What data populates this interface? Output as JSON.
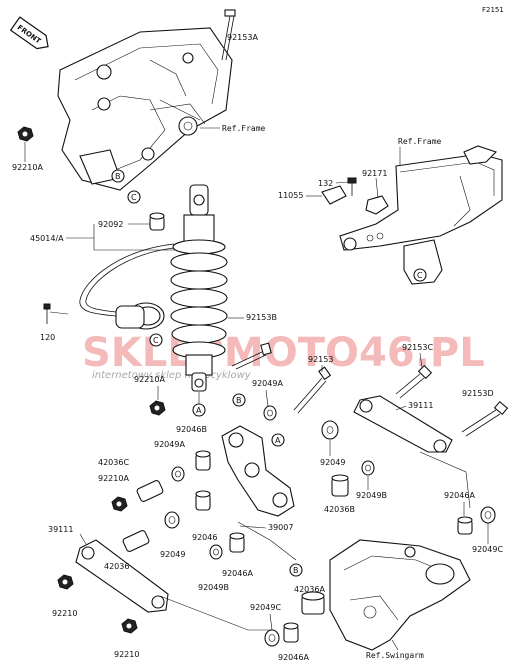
{
  "figure_id": "F2151",
  "front_badge": "FRONT",
  "watermark": {
    "text": "SKLEPMOTO46.PL",
    "tagline": "internetowy sklep motocyklowy"
  },
  "refs": {
    "frame_top": "Ref.Frame",
    "frame_right": "Ref.Frame",
    "swingarm": "Ref.Swingarm"
  },
  "markers": {
    "A": "A",
    "B": "B",
    "C": "C"
  },
  "labels": {
    "p92153A": "92153A",
    "p92210A_top": "92210A",
    "p132": "132",
    "p92171": "92171",
    "p11055": "11055",
    "p45014": "45014/A",
    "p92092": "92092",
    "p92153B": "92153B",
    "p120": "120",
    "p92153": "92153",
    "p92153C": "92153C",
    "p92210A_mid": "92210A",
    "p92049A_right": "92049A",
    "p92153D": "92153D",
    "p39111_right": "39111",
    "p92046B": "92046B",
    "p92049A_left": "92049A",
    "p42036C": "42036C",
    "p92210A_low": "92210A",
    "p92049_right": "92049",
    "p92049B_right": "92049B",
    "p42036B": "42036B",
    "p92046A_right": "92046A",
    "p39007": "39007",
    "p39111_left": "39111",
    "p42036": "42036",
    "p92049_left": "92049",
    "p92046": "92046",
    "p92046A_mid": "92046A",
    "p92049B_low": "92049B",
    "p92049C_right": "92049C",
    "p92210": "92210",
    "p42036A": "42036A",
    "p92049C_low": "92049C",
    "p92210_bottom": "92210",
    "p92046A_bottom": "92046A"
  }
}
